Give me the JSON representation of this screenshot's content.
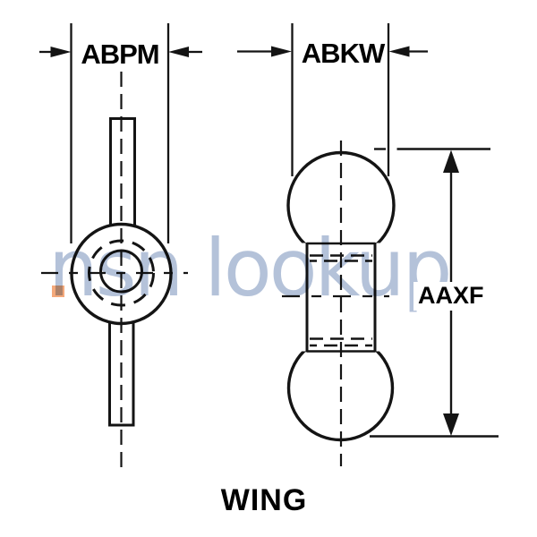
{
  "diagram": {
    "caption": "WING",
    "labels": {
      "abpm": "ABPM",
      "abkw": "ABKW",
      "aaxf": "AAXF"
    }
  },
  "watermark": {
    "part1": "nsn",
    "part2": "lookup",
    "text_color": "#b4c2d9",
    "accent_color": "#f4a97b"
  },
  "colors": {
    "background": "#ffffff",
    "line": "#141414",
    "label_text": "#000000"
  }
}
